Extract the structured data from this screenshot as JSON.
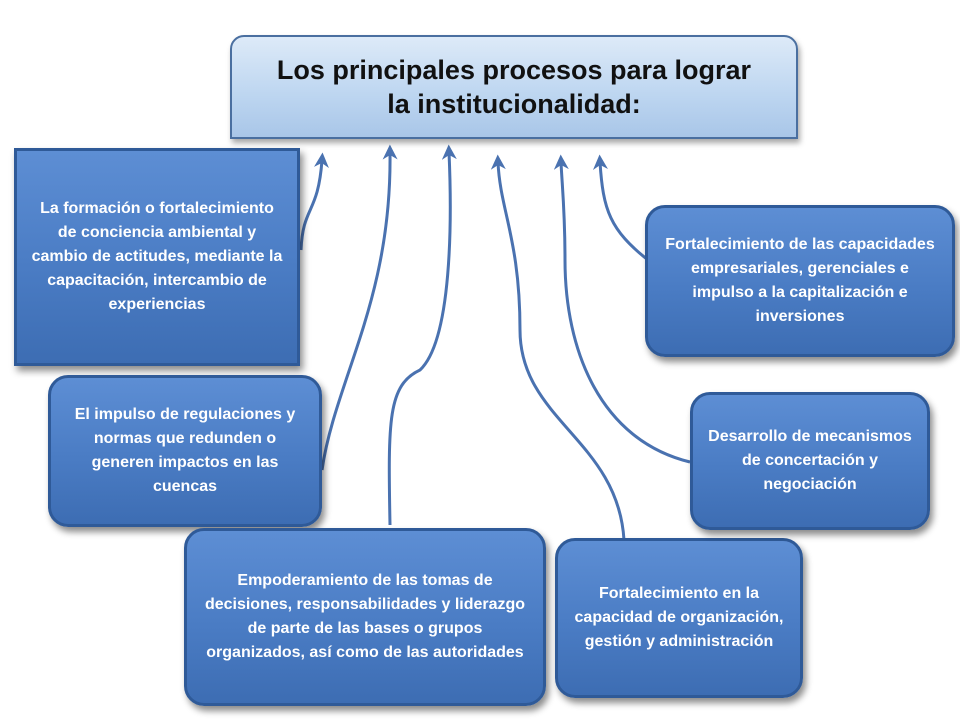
{
  "title": "Los principales procesos para lograr la institucionalidad:",
  "colors": {
    "node_fill": "#4a7cc4",
    "node_border": "#2f5a98",
    "title_fill": "#bcd5f0",
    "connector": "#4a72b0"
  },
  "nodes": {
    "conciencia": "La formación o fortalecimiento de conciencia ambiental y cambio de actitudes, mediante la capacitación, intercambio de experiencias",
    "regulaciones": "El impulso de regulaciones y normas que redunden o generen impactos en las cuencas",
    "empoderamiento": "Empoderamiento de las tomas de decisiones, responsabilidades y liderazgo de parte de las bases o grupos organizados, así como de las autoridades",
    "organizacion": "Fortalecimiento en la capacidad de organización, gestión y administración",
    "concertacion": "Desarrollo de mecanismos de concertación y negociación",
    "empresariales": "Fortalecimiento de las capacidades empresariales, gerenciales e impulso a la capitalización e inversiones"
  }
}
